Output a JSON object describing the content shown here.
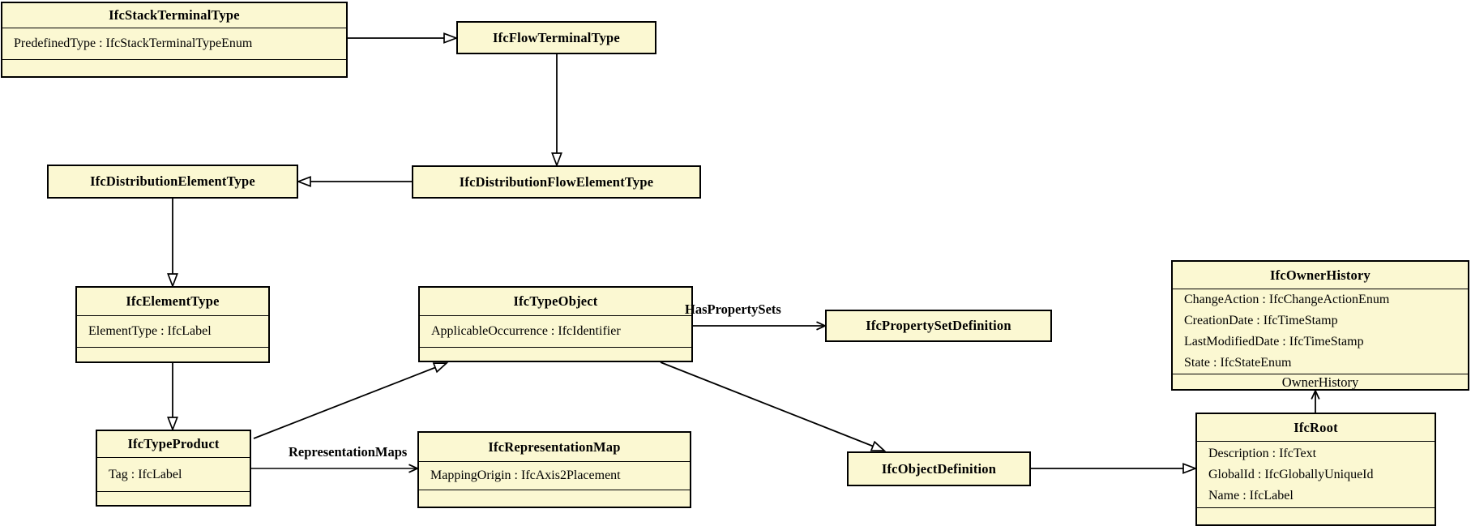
{
  "diagram": {
    "kind": "uml-class-diagram",
    "subject": "IFC type hierarchy",
    "classes": [
      {
        "name": "IfcStackTerminalType",
        "attributes": [
          "PredefinedType : IfcStackTerminalTypeEnum"
        ]
      },
      {
        "name": "IfcFlowTerminalType",
        "attributes": []
      },
      {
        "name": "IfcDistributionFlowElementType",
        "attributes": []
      },
      {
        "name": "IfcDistributionElementType",
        "attributes": []
      },
      {
        "name": "IfcElementType",
        "attributes": [
          "ElementType : IfcLabel"
        ]
      },
      {
        "name": "IfcTypeProduct",
        "attributes": [
          "Tag : IfcLabel"
        ]
      },
      {
        "name": "IfcTypeObject",
        "attributes": [
          "ApplicableOccurrence : IfcIdentifier"
        ]
      },
      {
        "name": "IfcPropertySetDefinition",
        "attributes": []
      },
      {
        "name": "IfcObjectDefinition",
        "attributes": []
      },
      {
        "name": "IfcRepresentationMap",
        "attributes": [
          "MappingOrigin : IfcAxis2Placement"
        ]
      },
      {
        "name": "IfcOwnerHistory",
        "attributes": [
          "ChangeAction : IfcChangeActionEnum",
          "CreationDate : IfcTimeStamp",
          "LastModifiedDate : IfcTimeStamp",
          "State : IfcStateEnum"
        ]
      },
      {
        "name": "IfcRoot",
        "attributes": [
          "Description : IfcText",
          "GlobalId : IfcGloballyUniqueId",
          "Name : IfcLabel"
        ]
      }
    ],
    "associations": [
      {
        "label": "HasPropertySets",
        "from": "IfcTypeObject",
        "to": "IfcPropertySetDefinition"
      },
      {
        "label": "RepresentationMaps",
        "from": "IfcTypeProduct",
        "to": "IfcRepresentationMap"
      },
      {
        "label": "OwnerHistory",
        "from": "IfcRoot",
        "to": "IfcOwnerHistory"
      }
    ],
    "generalizations": [
      {
        "from": "IfcStackTerminalType",
        "to": "IfcFlowTerminalType"
      },
      {
        "from": "IfcFlowTerminalType",
        "to": "IfcDistributionFlowElementType"
      },
      {
        "from": "IfcDistributionFlowElementType",
        "to": "IfcDistributionElementType"
      },
      {
        "from": "IfcDistributionElementType",
        "to": "IfcElementType"
      },
      {
        "from": "IfcElementType",
        "to": "IfcTypeProduct"
      },
      {
        "from": "IfcTypeProduct",
        "to": "IfcTypeObject"
      },
      {
        "from": "IfcTypeObject",
        "to": "IfcObjectDefinition"
      },
      {
        "from": "IfcObjectDefinition",
        "to": "IfcRoot"
      }
    ],
    "colors": {
      "box_fill": "#FBF8D2",
      "box_border": "#000000",
      "edge": "#000000",
      "background": "#FFFFFF"
    }
  }
}
